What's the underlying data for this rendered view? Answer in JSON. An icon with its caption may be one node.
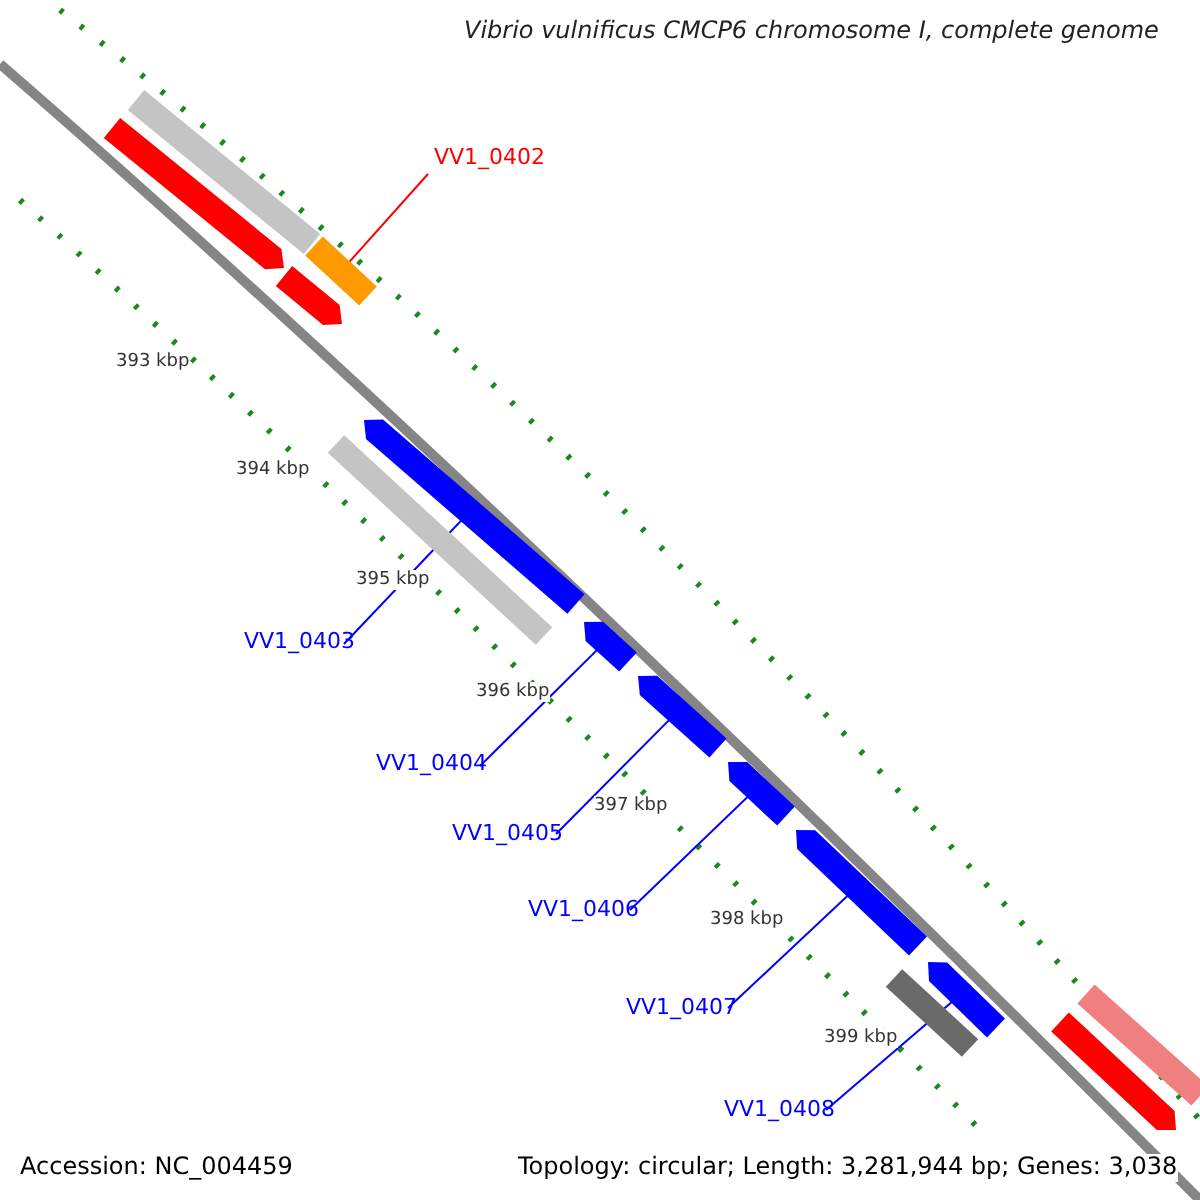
{
  "diagram": {
    "title": "Vibrio vulnificus CMCP6 chromosome I, complete genome",
    "nodes": [
      {
        "text": [
          "VV1_0402"
        ]
      },
      {
        "text": [
          "VV1_0403"
        ]
      },
      {
        "text": [
          "VV1_0404"
        ]
      },
      {
        "text": [
          "VV1_0405"
        ]
      },
      {
        "text": [
          "VV1_0406"
        ]
      },
      {
        "text": [
          "VV1_0407"
        ]
      },
      {
        "text": [
          "VV1_0408"
        ]
      },
      {
        "text": [],
        "shape": "bar"
      },
      {
        "text": [],
        "shape": "arrow"
      },
      {
        "text": [],
        "shape": "bar"
      },
      {
        "text": [],
        "shape": "arrow"
      },
      {
        "text": [],
        "shape": "arrow"
      },
      {
        "text": [],
        "shape": "bar"
      },
      {
        "text": [],
        "shape": "arrow"
      },
      {
        "text": [],
        "shape": "arrow"
      },
      {
        "text": [],
        "shape": "arrow"
      },
      {
        "text": [],
        "shape": "arrow"
      },
      {
        "text": [],
        "shape": "bar"
      },
      {
        "text": [],
        "shape": "arrow"
      },
      {
        "text": [],
        "shape": "bar"
      },
      {
        "text": [],
        "shape": "arrow"
      }
    ],
    "edges": [
      {
        "from": 0,
        "to": 9,
        "arrow": "none",
        "color": "#ff0000"
      },
      {
        "from": 1,
        "to": 11,
        "arrow": "none"
      },
      {
        "from": 2,
        "to": 13,
        "arrow": "none"
      },
      {
        "from": 3,
        "to": 14,
        "arrow": "none"
      },
      {
        "from": 4,
        "to": 15,
        "arrow": "none"
      },
      {
        "from": 5,
        "to": 16,
        "arrow": "none"
      },
      {
        "from": 6,
        "to": 18,
        "arrow": "none"
      }
    ],
    "labels": [
      "393 kbp",
      "394 kbp",
      "395 kbp",
      "396 kbp",
      "397 kbp",
      "398 kbp",
      "399 kbp",
      "Accession: NC_004459",
      "Topology: circular; Length: 3,281,944 bp; Genes: 3,038"
    ]
  }
}
